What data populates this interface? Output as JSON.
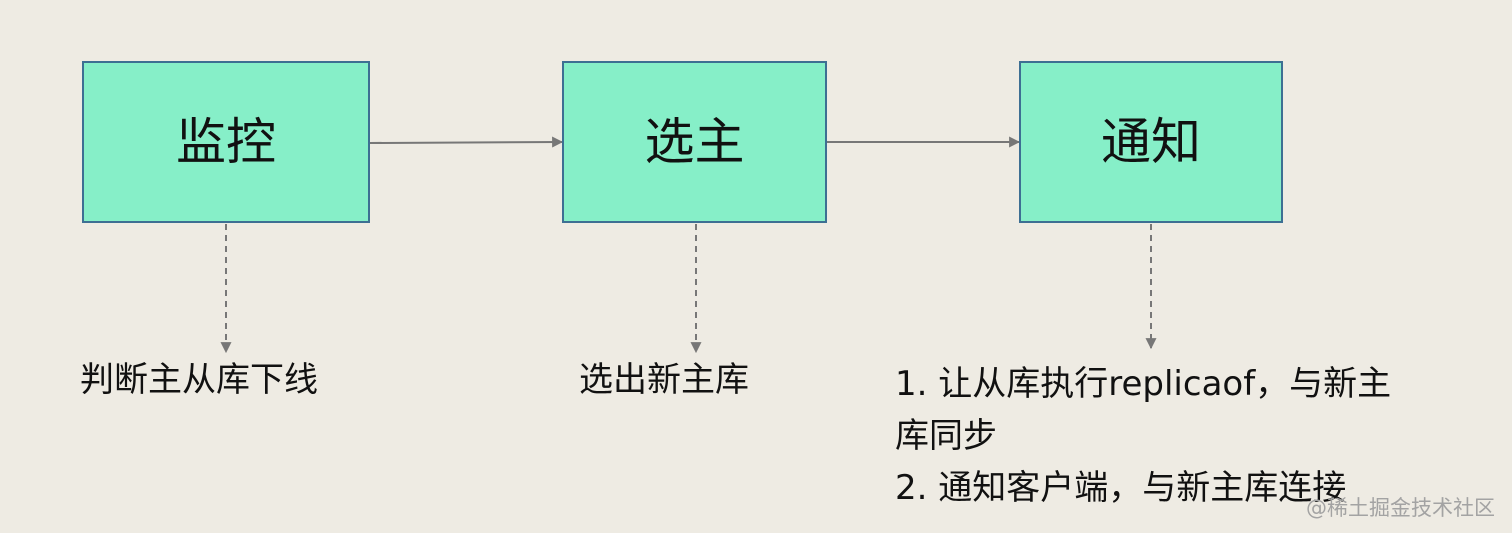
{
  "colors": {
    "background": "#eeebe3",
    "box_fill": "#86efc8",
    "box_border": "#3d6f93",
    "connector": "#777777",
    "text": "#111111",
    "watermark": "#a3a3a3"
  },
  "steps": [
    {
      "label": "监控",
      "note": [
        "判断主从库下线"
      ]
    },
    {
      "label": "选主",
      "note": [
        "选出新主库"
      ]
    },
    {
      "label": "通知",
      "note": [
        "1. 让从库执行replicaof，与新主",
        "库同步",
        "2. 通知客户端，与新主库连接"
      ]
    }
  ],
  "watermark": "@稀土掘金技术社区"
}
